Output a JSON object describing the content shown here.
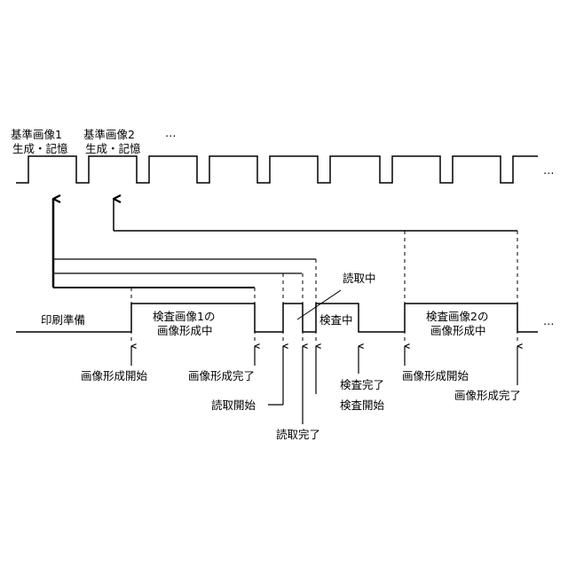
{
  "reference_signal": {
    "pulse1_label": [
      "基準画像1",
      "生成・記憶"
    ],
    "pulse2_label": [
      "基準画像2",
      "生成・記憶"
    ],
    "continuation": "…"
  },
  "process_signal": {
    "idle_label": "印刷準備",
    "form1_label": [
      "検査画像1の",
      "画像形成中"
    ],
    "inspecting_label": "検査中",
    "form2_label": [
      "検査画像2の",
      "画像形成中"
    ],
    "reading_callout": "読取中",
    "continuation": "…"
  },
  "events": {
    "form_start_1": "画像形成開始",
    "form_end_1": "画像形成完了",
    "read_start": "読取開始",
    "read_end": "読取完了",
    "inspect_end": "検査完了",
    "inspect_start": "検査開始",
    "form_start_2": "画像形成開始",
    "form_end_2": "画像形成完了"
  }
}
